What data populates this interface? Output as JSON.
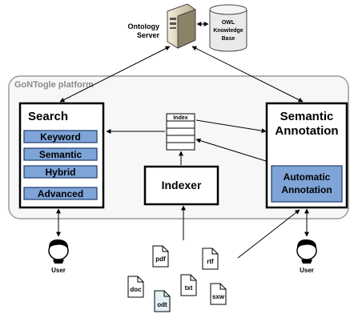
{
  "server": {
    "label_line1": "Ontology",
    "label_line2": "Server"
  },
  "kb": {
    "line1": "OWL",
    "line2": "Knowledge",
    "line3": "Base"
  },
  "platform": {
    "title": "GoNTogle platform"
  },
  "search": {
    "title": "Search",
    "items": [
      "Keyword",
      "Semantic",
      "Hybrid",
      "Advanced"
    ]
  },
  "index": {
    "label": "Index"
  },
  "indexer": {
    "label": "Indexer"
  },
  "annotation": {
    "title_line1": "Semantic",
    "title_line2": "Annotation",
    "auto_line1": "Automatic",
    "auto_line2": "Annotation"
  },
  "users": [
    "User",
    "User"
  ],
  "files": [
    "pdf",
    "rtf",
    "doc",
    "txt",
    "odt",
    "sxw"
  ],
  "colors": {
    "button_fill": "#7ea4d8",
    "button_stroke": "#1f3d6b",
    "platform_stroke": "#9a9a9a",
    "odt_fill": "#e4f1f6"
  }
}
